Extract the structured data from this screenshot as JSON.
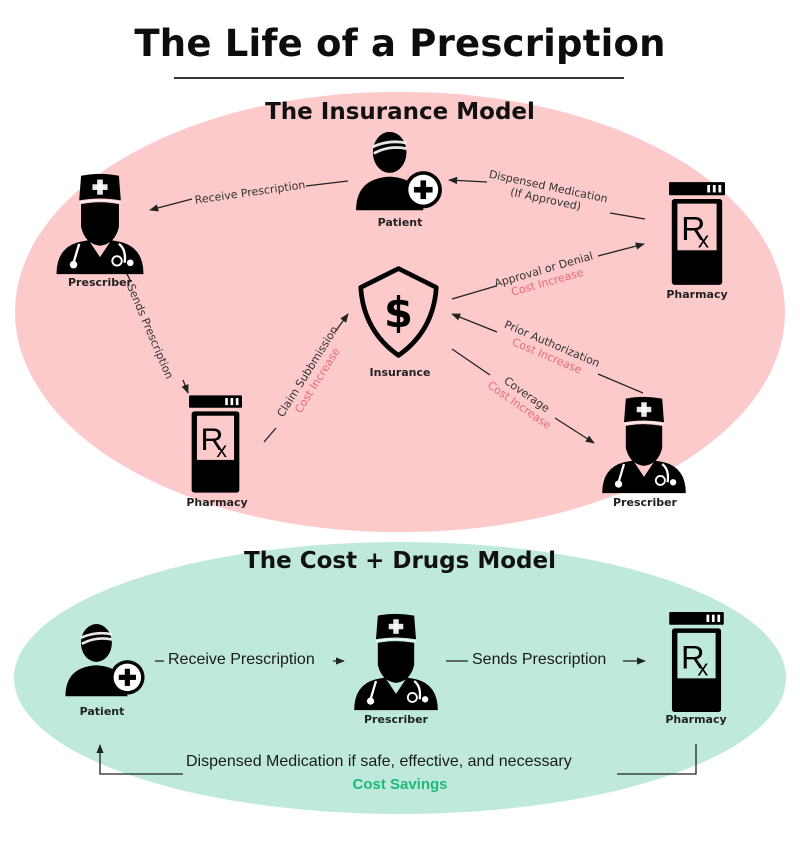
{
  "title": "The Life of a Prescription",
  "colors": {
    "insurance_bg": "#fdcacc",
    "cost_drugs_bg": "#bfeadb",
    "cost_increase": "#e86b78",
    "cost_savings": "#1fb97a"
  },
  "insurance_model": {
    "title": "The Insurance Model",
    "nodes": {
      "prescriber_top": "Prescriber",
      "patient": "Patient",
      "pharmacy_right": "Pharmacy",
      "insurance": "Insurance",
      "pharmacy_bottom": "Pharmacy",
      "prescriber_bottom": "Prescriber"
    },
    "edges": {
      "receive_prescription": "Receive Prescription",
      "dispensed_line1": "Dispensed Medication",
      "dispensed_line2": "(If Approved)",
      "sends_prescription": "Sends Prescription",
      "claim_submission": "Claim Subbmission",
      "claim_cost": "Cost Increase",
      "approval": "Approval or Denial",
      "approval_cost": "Cost Increase",
      "prior_auth": "Prior Authorization",
      "prior_auth_cost": "Cost Increase",
      "coverage": "Coverage",
      "coverage_cost": "Cost Increase"
    }
  },
  "cost_drugs_model": {
    "title": "The Cost + Drugs Model",
    "nodes": {
      "patient": "Patient",
      "prescriber": "Prescriber",
      "pharmacy": "Pharmacy"
    },
    "edges": {
      "receive_prescription": "Receive Prescription",
      "sends_prescription": "Sends Prescription",
      "dispensed": "Dispensed Medication if safe, effective, and necessary",
      "cost_savings": "Cost Savings"
    }
  },
  "icons": {
    "prescriber": "doctor-icon",
    "patient": "patient-icon",
    "pharmacy": "rx-bottle-icon",
    "insurance": "shield-dollar-icon"
  }
}
